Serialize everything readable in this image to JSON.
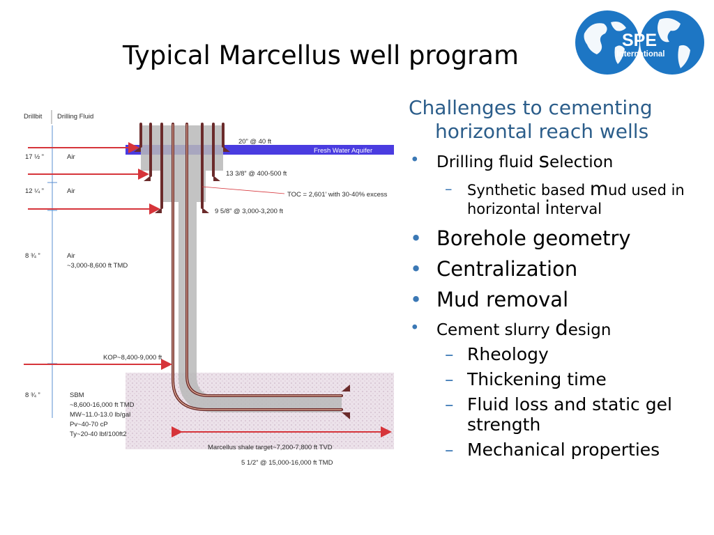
{
  "slide": {
    "title": "Typical Marcellus well program"
  },
  "logo": {
    "brand": "SPE",
    "sub": "International",
    "colors": {
      "blue": "#1d76c4",
      "white": "#ffffff"
    }
  },
  "diagram": {
    "col_drillbit": "Drillbit",
    "col_fluid": "Drilling Fluid",
    "sections": [
      {
        "size": "17 ½ ”",
        "fluid": "Air"
      },
      {
        "size": "12 ¼ ”",
        "fluid": "Air"
      },
      {
        "size": "8 ¾ ”",
        "fluid": "Air",
        "fluid2": "~3,000-8,600 ft TMD"
      },
      {
        "size": "8 ¾ ”",
        "fluid": "SBM",
        "lines": [
          "~8,600-16,000 ft TMD",
          "MW~11.0-13.0 lb/gal",
          "Pv~40-70 cP",
          "Ty~20-40 lbf/100ft2"
        ]
      }
    ],
    "casing_20": "20” @ 40 ft",
    "aquifer": "Fresh Water Aquifer",
    "casing_13": "13 3/8” @ 400-500 ft",
    "toc": "TOC = 2,601’ with 30-40% excess",
    "casing_9": "9 5/8” @ 3,000-3,200 ft",
    "kop": "KOP~8,400-9,000 ft",
    "target": "Marcellus shale target~7,200-7,800  ft TVD",
    "casing_5": "5 1/2” @ 15,000-16,000 ft TMD",
    "colors": {
      "aquifer": "#4a3ce0",
      "arrow": "#d6343a",
      "cement": "#b9b9b9",
      "shale": "#e8dde6",
      "pipe": "#6b2b2b"
    }
  },
  "panel": {
    "heading": "Challenges to cementing horizontal reach wells",
    "b1_a": "Drilling fluid ",
    "b1_cap": "s",
    "b1_b": "election",
    "s1_a": "Synthetic based ",
    "s1_cap": "m",
    "s1_b": "ud used in horizontal ",
    "s1_cap2": "i",
    "s1_c": "nterval",
    "b2": "Borehole geometry",
    "b3": "Centralization",
    "b4": "Mud removal",
    "b5_a": "Cement slurry ",
    "b5_cap": "d",
    "b5_b": "esign",
    "subs": [
      "Rheology",
      "Thickening time",
      "Fluid loss and static gel strength",
      "Mechanical properties"
    ],
    "bullet": "•",
    "dash": "–"
  }
}
